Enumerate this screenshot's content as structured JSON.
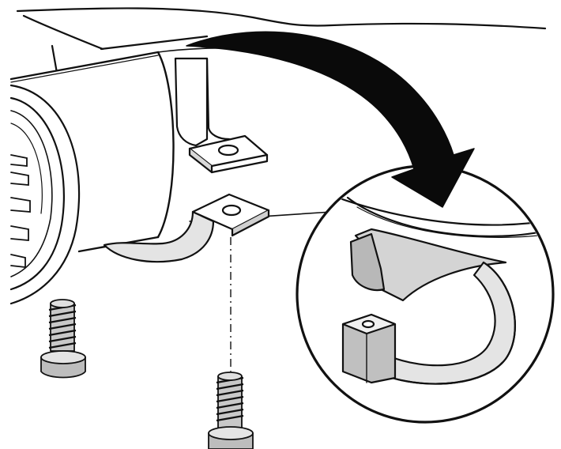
{
  "figure": {
    "background": "#ffffff",
    "ink": "#111111",
    "shade_light": "#e4e4e4",
    "shade_mid": "#c8c8c8",
    "shade_dark": "#9a9a9a",
    "arrow_fill": "#0a0a0a",
    "parts": [
      "tube-body",
      "clamp-strap",
      "mounting-tab-upper",
      "mounting-tab-lower",
      "screw-left",
      "screw-center",
      "magnified-callout",
      "curved-arrow",
      "assembly-guide-line"
    ]
  }
}
